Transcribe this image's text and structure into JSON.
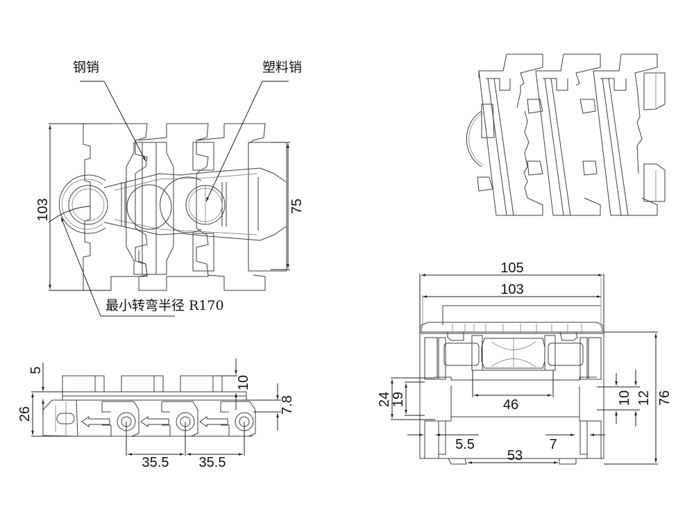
{
  "drawing": {
    "title": "Flexible chain technical drawing",
    "accent_colors": {
      "line": "#3a3a3a",
      "hatch": "#c060c0",
      "dimension": "#1a1a1a"
    }
  },
  "top_view": {
    "callouts": {
      "steel_pin": "钢销",
      "plastic_pin": "塑料销",
      "min_radius": "最小转弯半径 R170"
    },
    "dimensions": {
      "overall_width": "103",
      "link_width": "75"
    }
  },
  "side_view": {
    "dimensions": {
      "top_offset": "5",
      "total_height": "26",
      "plate_thickness": "10",
      "pin_offset": "7.8",
      "pitch_1": "35.5",
      "pitch_2": "35.5"
    }
  },
  "section_view": {
    "dimensions": {
      "top_width": "105",
      "chain_width": "103",
      "roller_width": "46",
      "rail_height": "76",
      "slot_outer": "24",
      "slot_inner": "19",
      "slot_right_a": "10",
      "slot_right_b": "12",
      "gap_left": "5.5",
      "gap_right": "7",
      "bottom_span": "53"
    }
  }
}
